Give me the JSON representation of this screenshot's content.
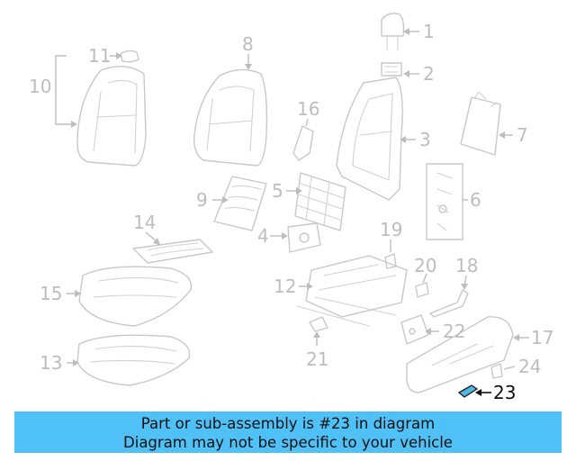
{
  "callouts": {
    "c1": "1",
    "c2": "2",
    "c3": "3",
    "c4": "4",
    "c5": "5",
    "c6": "6",
    "c7": "7",
    "c8": "8",
    "c9": "9",
    "c10": "10",
    "c11": "11",
    "c12": "12",
    "c13": "13",
    "c14": "14",
    "c15": "15",
    "c16": "16",
    "c17": "17",
    "c18": "18",
    "c19": "19",
    "c20": "20",
    "c21": "21",
    "c22": "22",
    "c23": "23",
    "c24": "24"
  },
  "highlighted_part": "23",
  "colors": {
    "highlight": "#4fb6e6",
    "banner": "#4fc1f6",
    "linework": "#c8c8c8"
  },
  "banner": {
    "line1": "Part or sub-assembly is #23 in diagram",
    "line2": "Diagram may not be specific to your vehicle"
  }
}
